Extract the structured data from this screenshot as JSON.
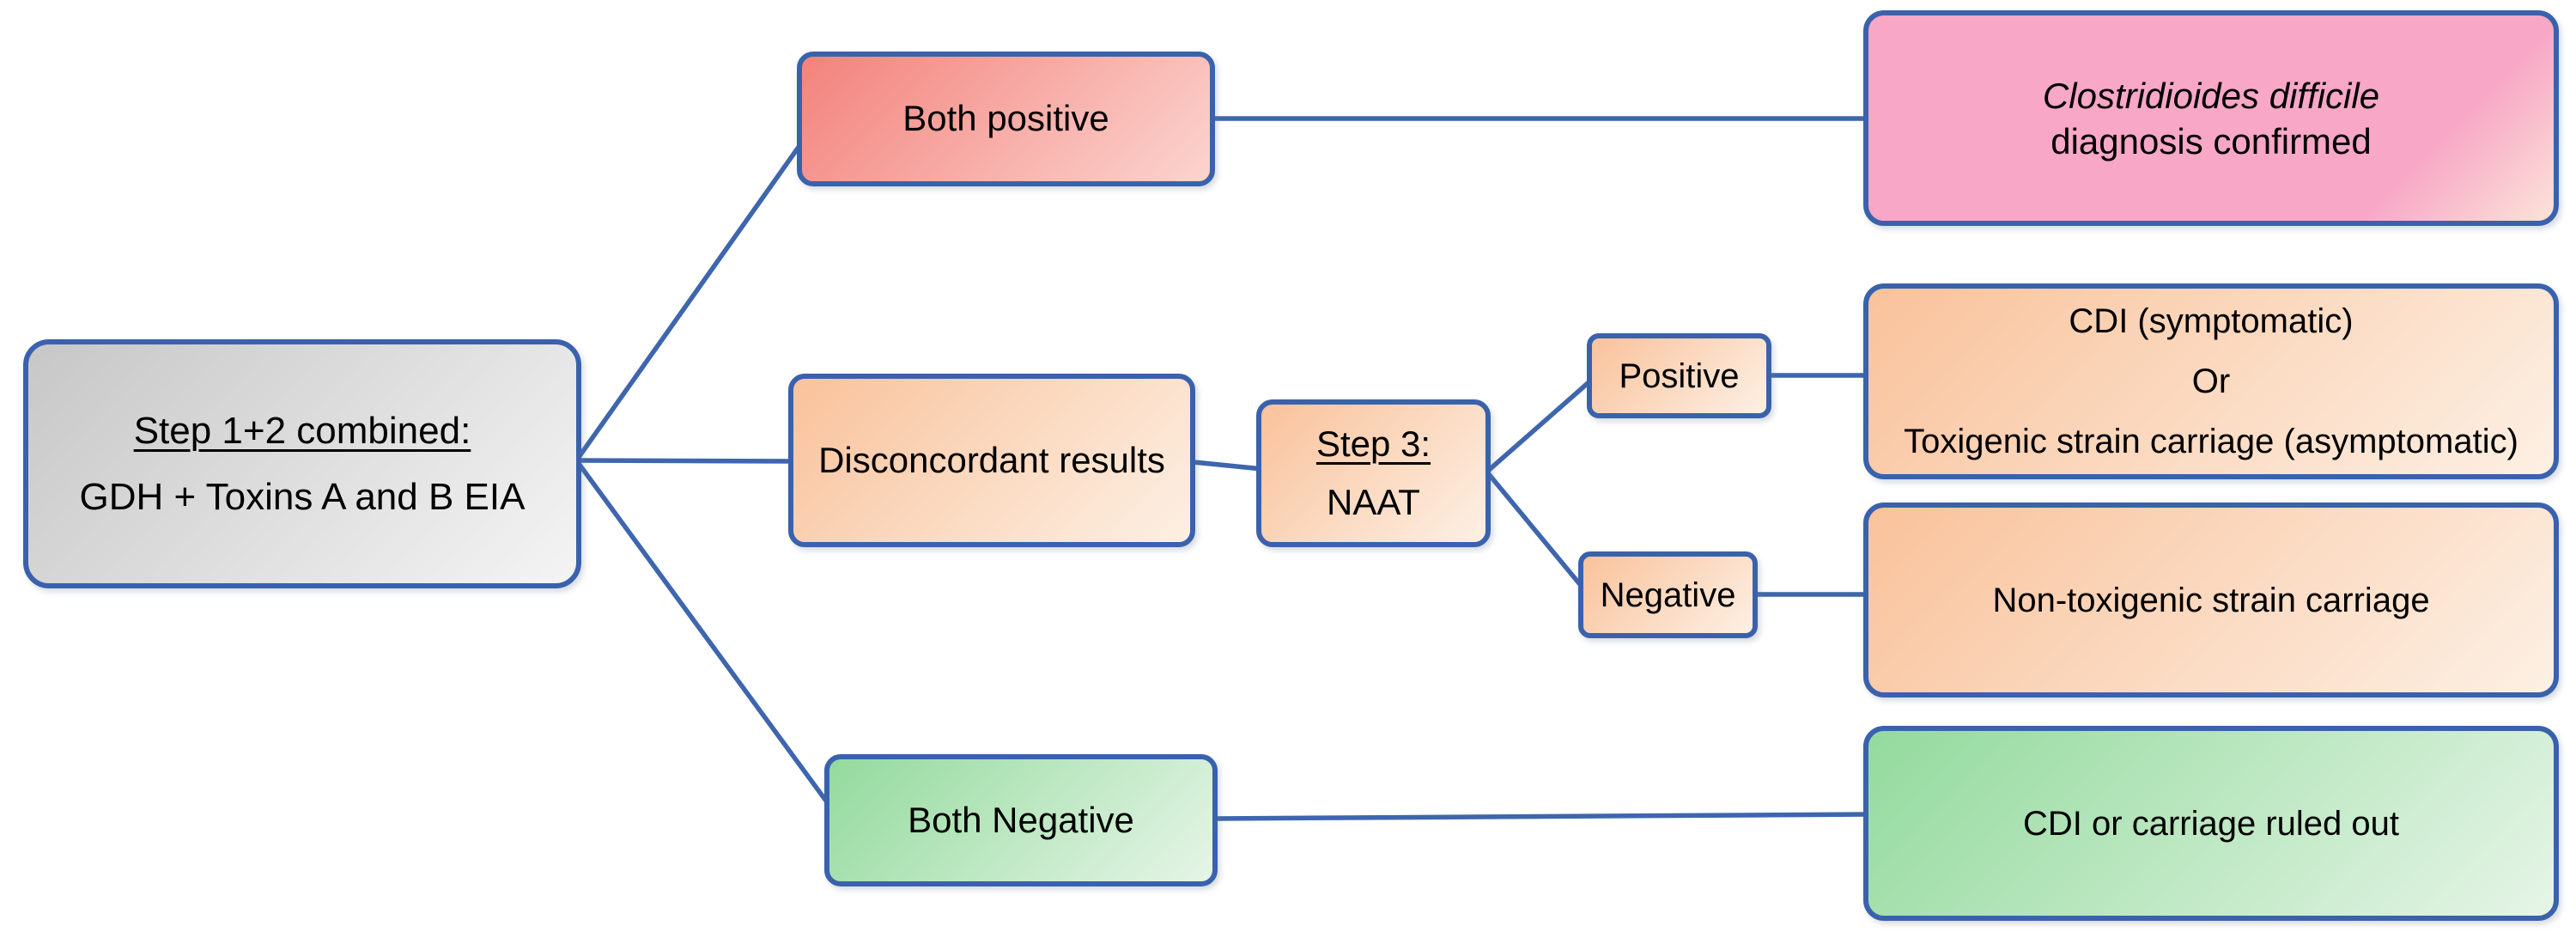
{
  "diagram": {
    "root": {
      "title": "Step 1+2 combined:",
      "subtitle": "GDH + Toxins A and B EIA"
    },
    "both_positive": {
      "label": "Both positive"
    },
    "confirmed": {
      "line1": "Clostridioides difficile",
      "line2": "diagnosis confirmed"
    },
    "disconcordant": {
      "label": "Disconcordant results"
    },
    "step3": {
      "title": "Step 3:",
      "subtitle": "NAAT"
    },
    "positive": {
      "label": "Positive"
    },
    "negative": {
      "label": "Negative"
    },
    "cdi_or_carriage": {
      "line1": "CDI (symptomatic)",
      "line2": "Or",
      "line3": "Toxigenic strain carriage (asymptomatic)"
    },
    "non_toxigenic": {
      "label": "Non-toxigenic strain carriage"
    },
    "both_negative": {
      "label": "Both Negative"
    },
    "ruled_out": {
      "label": "CDI or carriage ruled out"
    },
    "colors": {
      "border": "#3A62AC",
      "connector": "#3E66AE",
      "text": "#000000",
      "gray_start": "#C7C7C7",
      "gray_end": "#F4F4F4",
      "red_start": "#F3827C",
      "red_end": "#FCD4CF",
      "pink_start": "#F8A7C6",
      "pink_end": "#FBE3D8",
      "peach_start": "#F9C29B",
      "peach_end": "#FDF0E4",
      "green_start": "#93DA9D",
      "green_end": "#E6F5E7"
    }
  }
}
